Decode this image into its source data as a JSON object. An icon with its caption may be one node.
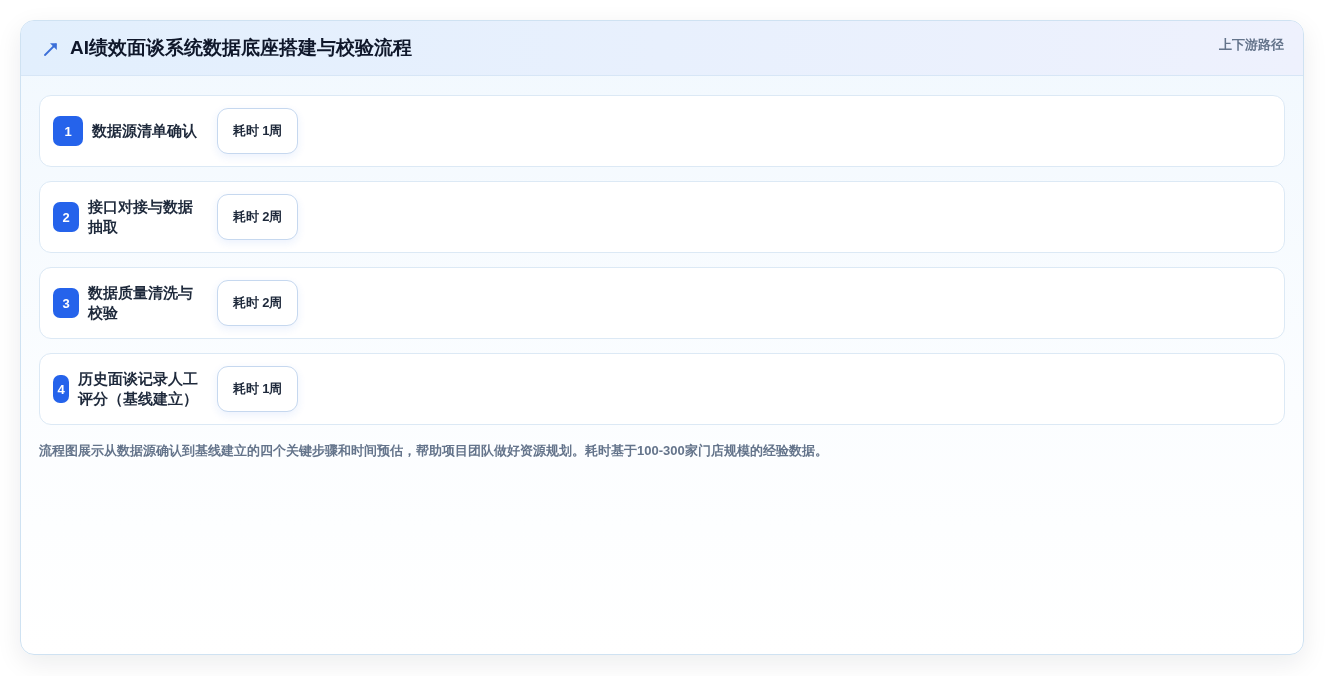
{
  "diagram": {
    "title": "AI绩效面谈系统数据底座搭建与校验流程",
    "caption": "流程图展示从数据源确认到基线建立的四个关键步骤和时间预估，帮助项目团队做好资源规划。耗时基于100-300家门店规模的经验数据。",
    "nodes": [
      {
        "text": [
          "数据源清单确认"
        ]
      },
      {
        "text": [
          "1"
        ],
        "in": 0
      },
      {
        "text": [
          "耗时 1周"
        ],
        "in": 0
      },
      {
        "text": [
          "接口对接与数据抽取"
        ]
      },
      {
        "text": [
          "2"
        ],
        "in": 3
      },
      {
        "text": [
          "耗时 2周"
        ],
        "in": 3
      },
      {
        "text": [
          "数据质量清洗与校验"
        ]
      },
      {
        "text": [
          "3"
        ],
        "in": 6
      },
      {
        "text": [
          "耗时 2周"
        ],
        "in": 6
      },
      {
        "text": [
          "历史面谈记录人工评分（基线建立）"
        ]
      },
      {
        "text": [
          "4"
        ],
        "in": 9
      },
      {
        "text": [
          "耗时 1周"
        ],
        "in": 9
      }
    ],
    "labels": [
      "上下游路径"
    ]
  }
}
